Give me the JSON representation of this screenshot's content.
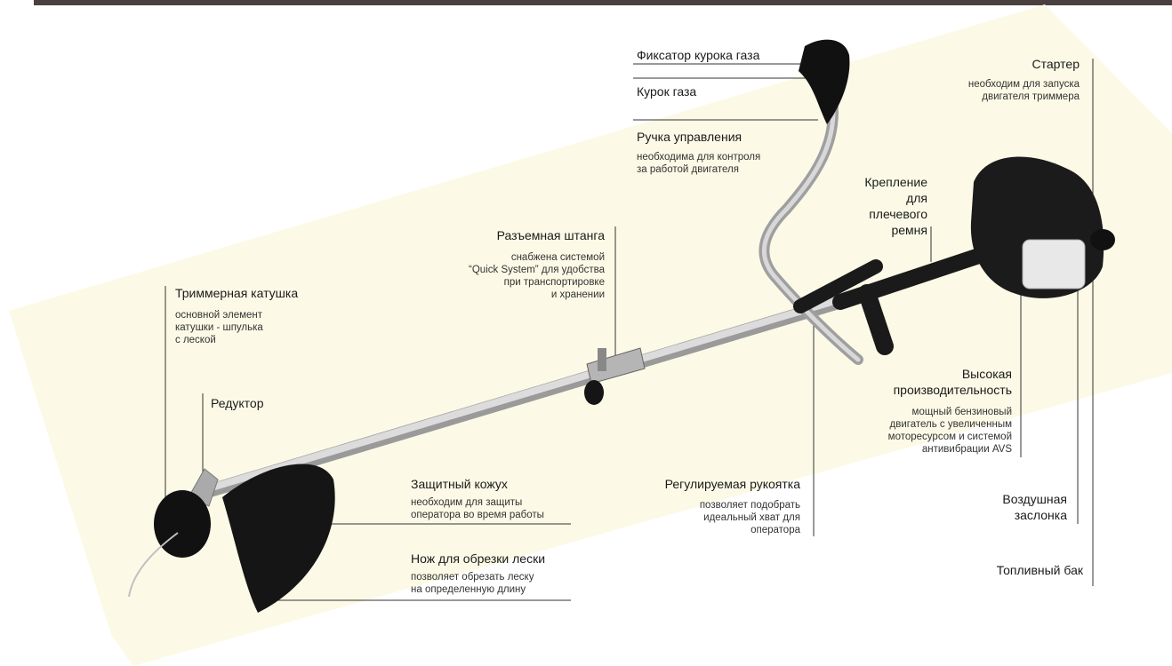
{
  "colors": {
    "background_band": "#fcfae6",
    "top_bar": "#4a403d",
    "leader_line": "#333333",
    "shaft": "#c8c8c8",
    "body_dark": "#111111"
  },
  "callouts": [
    {
      "id": "throttle-lock",
      "title": "Фиксатор курока газа",
      "desc": ""
    },
    {
      "id": "throttle-trigger",
      "title": "Курок газа",
      "desc": ""
    },
    {
      "id": "control-handle",
      "title": "Ручка управления",
      "desc": "необходима для контроля\nза работой двигателя"
    },
    {
      "id": "starter",
      "title": "Стартер",
      "desc": "необходим для запуска\nдвигателя триммера"
    },
    {
      "id": "strap-mount",
      "title": "Крепление\nдля\nплечевого\nремня",
      "desc": ""
    },
    {
      "id": "split-shaft",
      "title": "Разъемная штанга",
      "desc": "снабжена системой\n“Quick System” для удобства\nпри транспортировке\nи хранении"
    },
    {
      "id": "trimmer-head",
      "title": "Триммерная катушка",
      "desc": "основной элемент\nкатушки - шпулька\nс леской"
    },
    {
      "id": "gearbox",
      "title": "Редуктор",
      "desc": ""
    },
    {
      "id": "high-performance",
      "title": "Высокая\nпроизводительность",
      "desc": "мощный бензиновый\nдвигатель с увеличенным\nмоторесурсом и системой\nантивибрации AVS"
    },
    {
      "id": "guard",
      "title": "Защитный кожух",
      "desc": "необходим для защиты\nоператора во время работы"
    },
    {
      "id": "adjustable-handle",
      "title": "Регулируемая рукоятка",
      "desc": "позволяет подобрать\nидеальный хват для\nоператора"
    },
    {
      "id": "air-choke",
      "title": "Воздушная\nзаслонка",
      "desc": ""
    },
    {
      "id": "line-cutter",
      "title": "Нож для обрезки лески",
      "desc": "позволяет обрезать леску\nна определенную длину"
    },
    {
      "id": "fuel-tank",
      "title": "Топливный бак",
      "desc": ""
    }
  ]
}
